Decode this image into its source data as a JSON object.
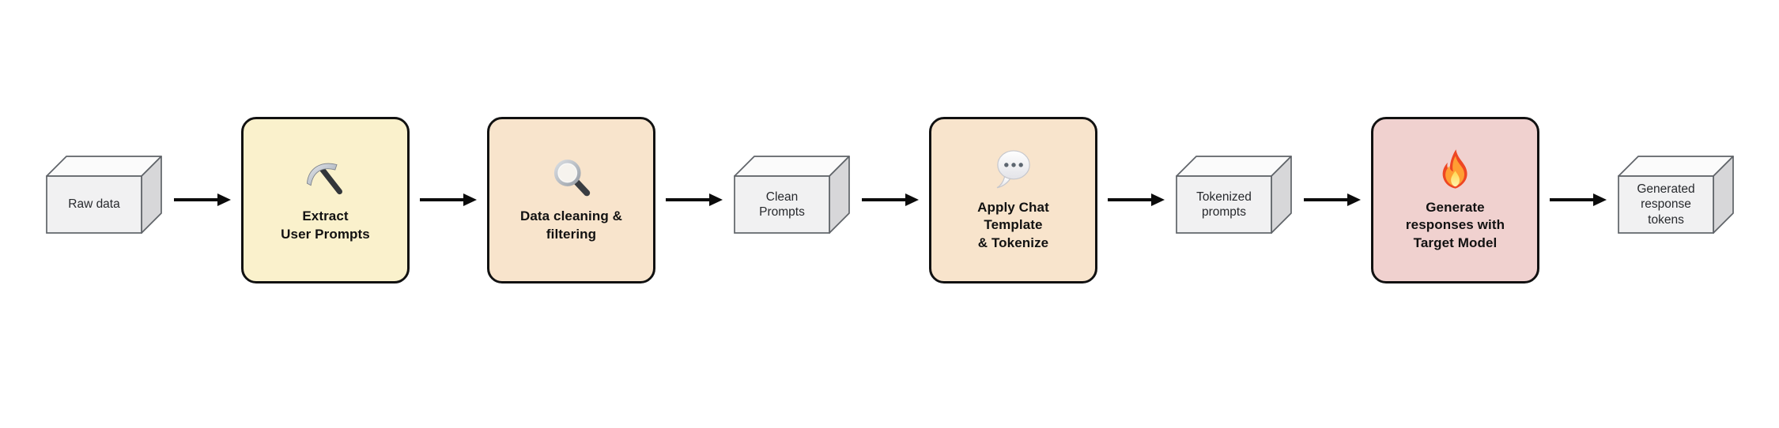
{
  "flow": {
    "nodes": [
      {
        "id": "raw-data",
        "kind": "data-cube",
        "label": "Raw data"
      },
      {
        "id": "extract-user-prompts",
        "kind": "process",
        "label": "Extract\nUser Prompts",
        "icon": "pickaxe-icon",
        "bg": "#FAF1CC"
      },
      {
        "id": "data-cleaning-filtering",
        "kind": "process",
        "label": "Data cleaning &\nfiltering",
        "icon": "magnifying-glass-icon",
        "bg": "#F8E4CC"
      },
      {
        "id": "clean-prompts",
        "kind": "data-cube",
        "label": "Clean\nPrompts"
      },
      {
        "id": "apply-chat-template",
        "kind": "process",
        "label": "Apply Chat\nTemplate\n& Tokenize",
        "icon": "speech-bubble-icon",
        "bg": "#F8E4CC"
      },
      {
        "id": "tokenized-prompts",
        "kind": "data-cube",
        "label": "Tokenized\nprompts"
      },
      {
        "id": "generate-responses",
        "kind": "process",
        "label": "Generate\nresponses with\nTarget Model",
        "icon": "fire-icon",
        "bg": "#F0D1CF"
      },
      {
        "id": "generated-response-tokens",
        "kind": "data-cube",
        "label": "Generated\nresponse\ntokens"
      }
    ],
    "colors": {
      "canvas_bg": "#FFFFFF",
      "process_border": "#111111",
      "process_yellow": "#FAF1CC",
      "process_peach": "#F8E4CC",
      "process_pink": "#F0D1CF",
      "cube_front": "#F1F1F2",
      "cube_top": "#FBFBFB",
      "cube_side": "#D7D7D9",
      "cube_stroke": "#5F6368",
      "arrow": "#0B0B0B",
      "label_text": "#111111"
    }
  }
}
